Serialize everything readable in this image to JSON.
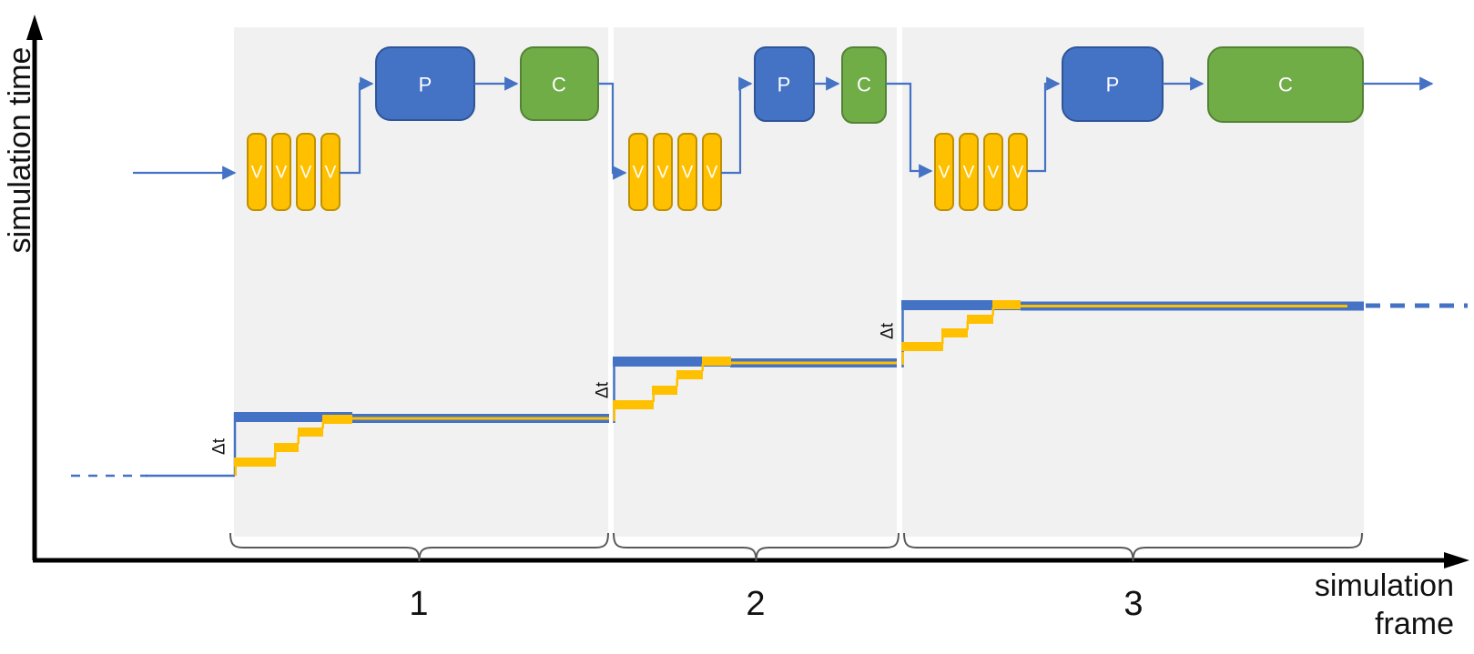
{
  "axes": {
    "y_label": "simulation time",
    "x_label_line_1": "simulation",
    "x_label_line_2": "frame"
  },
  "frames": [
    {
      "number": "1"
    },
    {
      "number": "2"
    },
    {
      "number": "3"
    }
  ],
  "blocks": {
    "v": "V",
    "p": "P",
    "c": "C"
  },
  "annotations": {
    "delta_t": "Δt"
  },
  "colors": {
    "process_blue": "#4472C4",
    "process_blue_border": "#2F5597",
    "consume_green": "#70AD47",
    "consume_green_border": "#548235",
    "update_yellow": "#FFC000",
    "update_yellow_border": "#BF9000",
    "connector_blue": "#4472C4",
    "panel_gray": "#F1F1F1",
    "axis_black": "#000000"
  }
}
